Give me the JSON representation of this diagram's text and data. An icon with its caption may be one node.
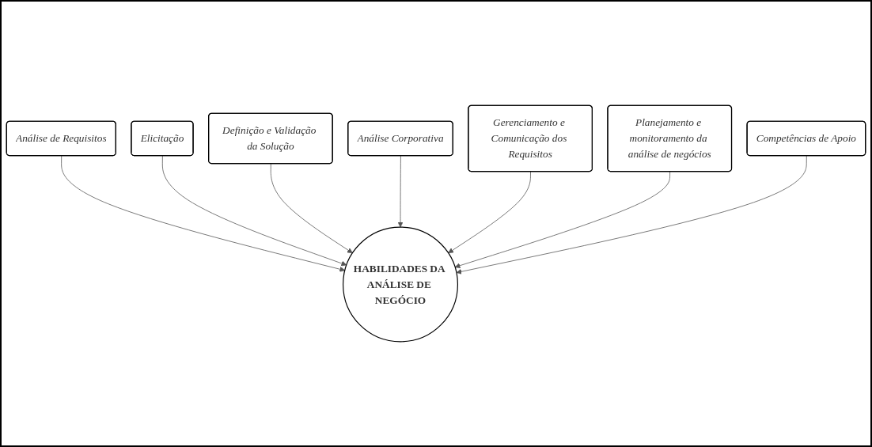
{
  "diagram": {
    "nodes": [
      {
        "text": [
          "Análise de Requisitos"
        ]
      },
      {
        "text": [
          "Elicitação"
        ]
      },
      {
        "text": [
          "Definição e Validação da Solução"
        ]
      },
      {
        "text": [
          "Análise Corporativa"
        ]
      },
      {
        "text": [
          "Gerenciamento e Comunicação dos Requisitos"
        ]
      },
      {
        "text": [
          "Planejamento e monitoramento da análise de negócios"
        ]
      },
      {
        "text": [
          "HABILIDADES DA ANÁLISE DE NEGÓCIO"
        ]
      },
      {
        "text": [
          "Competências de Apoio"
        ]
      }
    ],
    "edges": [
      {
        "from": 0,
        "to": 6,
        "arrow": "to"
      },
      {
        "from": 1,
        "to": 6,
        "arrow": "to"
      },
      {
        "from": 2,
        "to": 6,
        "arrow": "to"
      },
      {
        "from": 3,
        "to": 6,
        "arrow": "to"
      },
      {
        "from": 4,
        "to": 6,
        "arrow": "to"
      },
      {
        "from": 5,
        "to": 6,
        "arrow": "to"
      },
      {
        "from": 7,
        "to": 6,
        "arrow": "to"
      }
    ]
  }
}
